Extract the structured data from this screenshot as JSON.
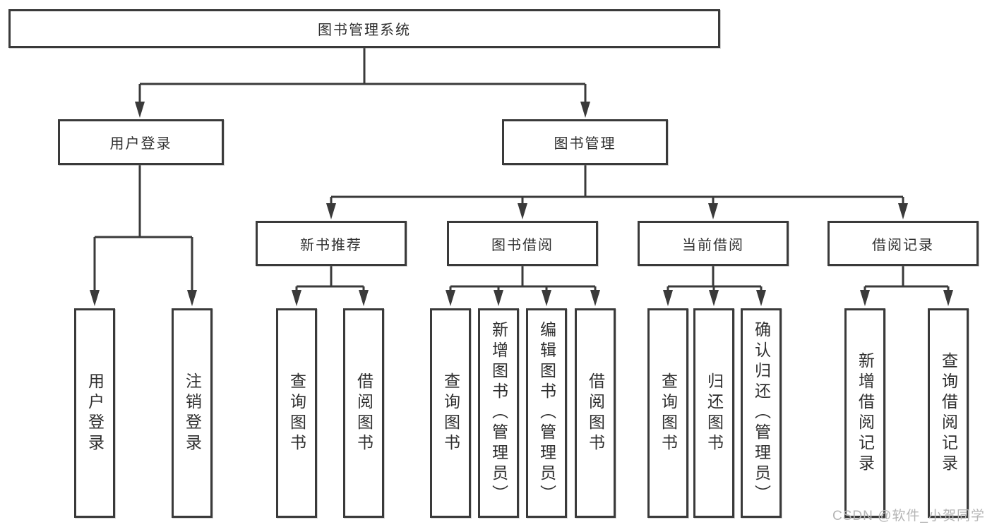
{
  "title": "图书管理系统",
  "tree": {
    "root": {
      "label": "图书管理系统"
    },
    "branches": [
      {
        "label": "用户登录",
        "leaves": [
          {
            "label": "用户登录"
          },
          {
            "label": "注销登录"
          }
        ]
      },
      {
        "label": "图书管理",
        "groups": [
          {
            "label": "新书推荐",
            "leaves": [
              {
                "label": "查询图书"
              },
              {
                "label": "借阅图书"
              }
            ]
          },
          {
            "label": "图书借阅",
            "leaves": [
              {
                "label": "查询图书"
              },
              {
                "label": "新增图书（管理员）"
              },
              {
                "label": "编辑图书（管理员）"
              },
              {
                "label": "借阅图书"
              }
            ]
          },
          {
            "label": "当前借阅",
            "leaves": [
              {
                "label": "查询图书"
              },
              {
                "label": "归还图书"
              },
              {
                "label": "确认归还（管理员）"
              }
            ]
          },
          {
            "label": "借阅记录",
            "leaves": [
              {
                "label": "新增借阅记录"
              },
              {
                "label": "查询借阅记录"
              }
            ]
          }
        ]
      }
    ]
  },
  "watermark": "CSDN @软件_小贺同学",
  "colors": {
    "background": "#ffffff",
    "box_border": "#3a3a3a",
    "connector_line": "#3a3a3a",
    "text": "#2f2f2f",
    "watermark": "#b5b5b5"
  }
}
